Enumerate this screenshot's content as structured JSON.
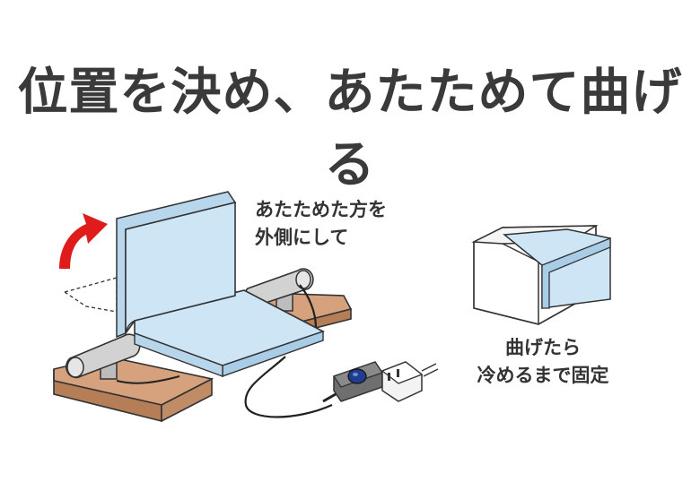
{
  "title": "位置を決め、あたためて曲げる",
  "captions": {
    "heat_side": [
      "あたためた方を",
      "外側にして"
    ],
    "cool_fix": [
      "曲げたら",
      "冷めるまで固定"
    ]
  },
  "colors": {
    "title_text": "#3a3a3a",
    "acrylic": "#cfe6f6",
    "wood": "#d6a27e",
    "heater_gray": "#c9c9c9",
    "arrow_red": "#e01b1b",
    "outline": "#333333"
  },
  "icons": [
    "bend-arrow-icon",
    "power-switch-icon",
    "power-plug-icon"
  ]
}
